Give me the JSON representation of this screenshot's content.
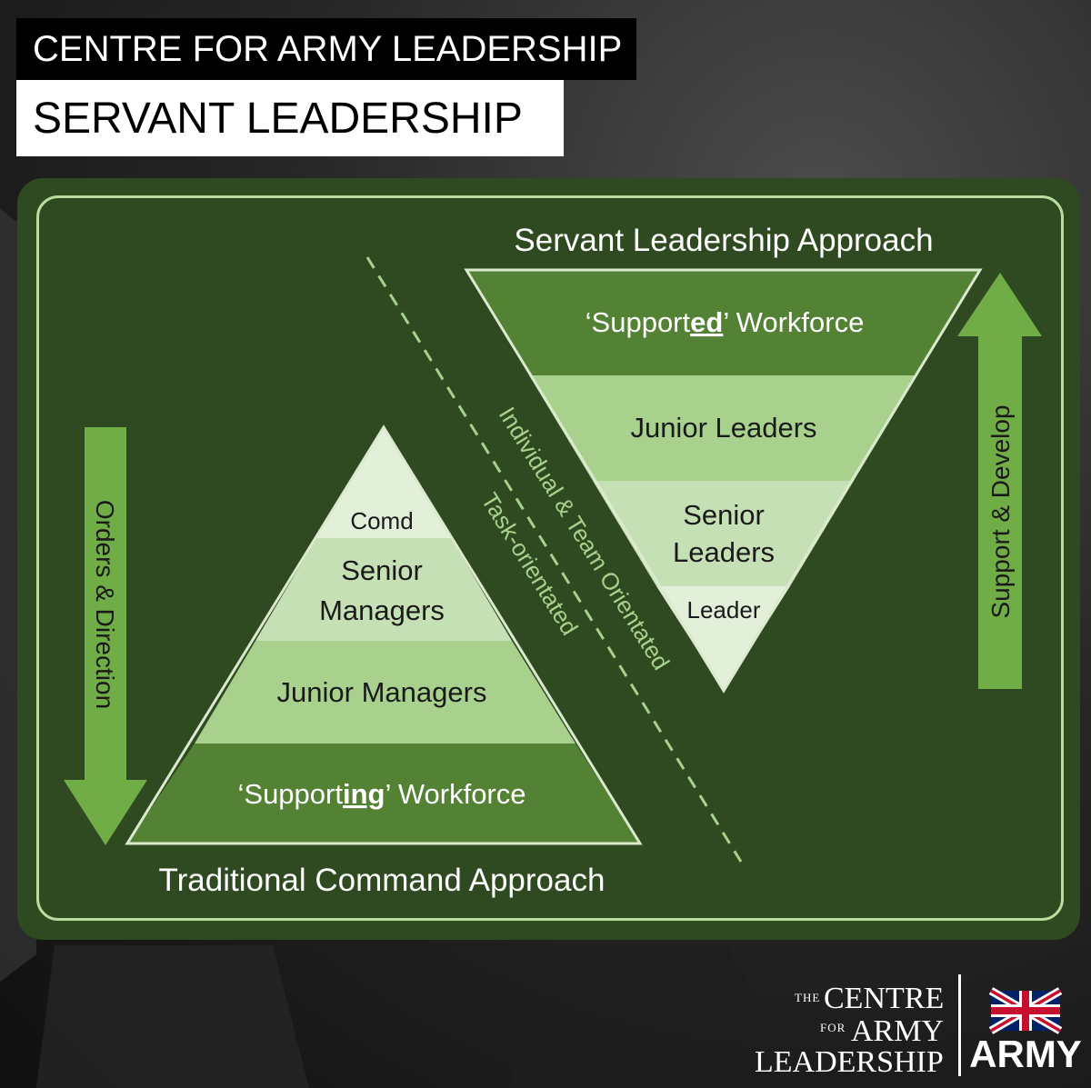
{
  "header": {
    "line1": "CENTRE FOR ARMY LEADERSHIP",
    "line2": "SERVANT LEADERSHIP"
  },
  "diagram": {
    "left_title": "Traditional Command Approach",
    "right_title": "Servant Leadership Approach",
    "left_arrow_label": "Orders & Direction",
    "right_arrow_label": "Support & Develop",
    "divider_label_left": "Task-orientated",
    "divider_label_right": "Individual & Team Orientated",
    "pyramid": {
      "comd": "Comd",
      "senior_line1": "Senior",
      "senior_line2": "Managers",
      "junior": "Junior Managers",
      "workforce_pre": "‘Support",
      "workforce_em": "ing",
      "workforce_post": "’ Workforce"
    },
    "inverted": {
      "workforce_pre": "‘Support",
      "workforce_em": "ed",
      "workforce_post": "’ Workforce",
      "junior": "Junior Leaders",
      "senior_line1": "Senior",
      "senior_line2": "Leaders",
      "leader": "Leader"
    }
  },
  "logo": {
    "the": "THE",
    "centre": "CENTRE",
    "for": "FOR",
    "army": "ARMY",
    "leadership": "LEADERSHIP",
    "army_mark": "ARMY"
  },
  "colors": {
    "panel": "#2f4a20",
    "band_dark": "#548235",
    "band_mid": "#a9d18e",
    "band_light": "#c5e0b4",
    "band_lightest": "#e2efd9",
    "arrow": "#70ad47",
    "label_green": "#a9d18e"
  }
}
